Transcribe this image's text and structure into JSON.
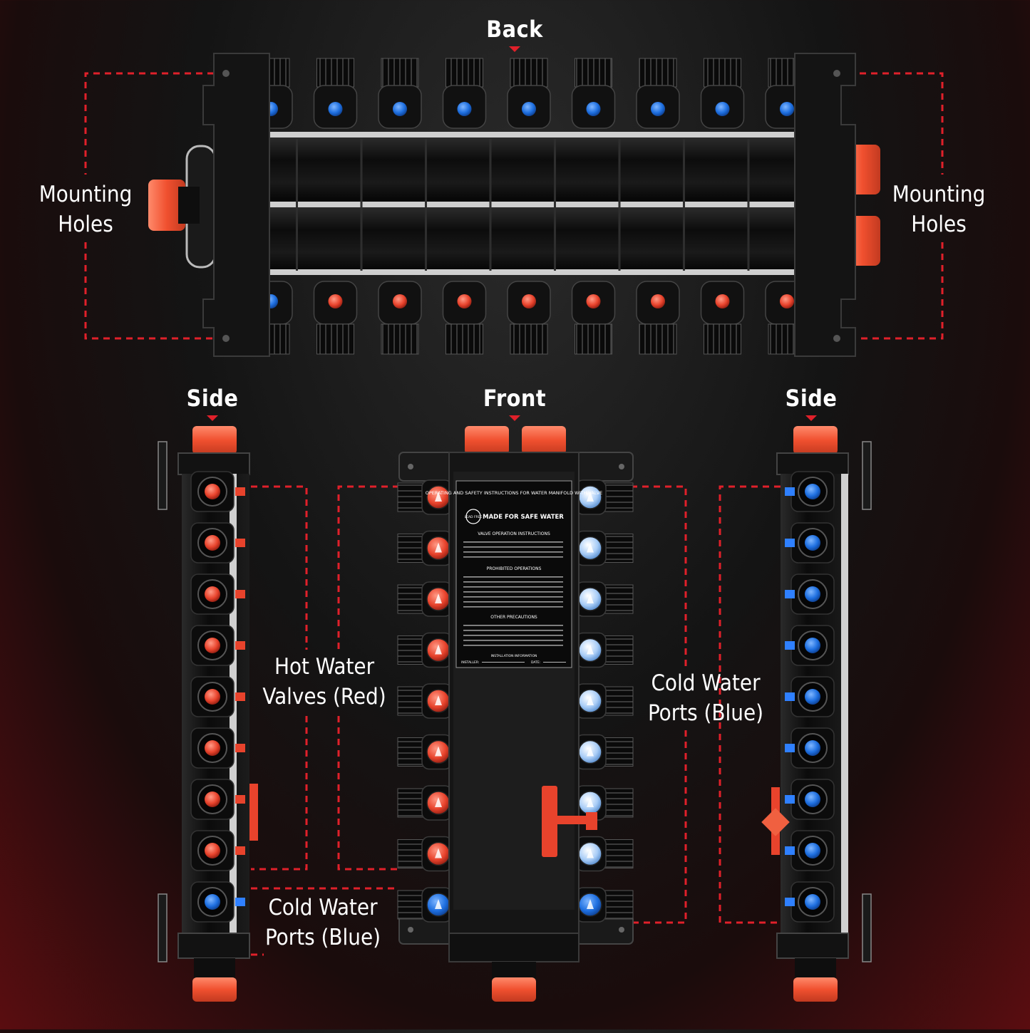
{
  "views": {
    "back": "Back",
    "front": "Front",
    "side_left": "Side",
    "side_right": "Side"
  },
  "callouts": {
    "mounting_left": [
      "Mounting",
      "Holes"
    ],
    "mounting_right": [
      "Mounting",
      "Holes"
    ],
    "hot_valves": [
      "Hot Water",
      "Valves (Red)"
    ],
    "cold_ports_right": [
      "Cold Water",
      "Ports (Blue)"
    ],
    "cold_ports_left": [
      "Cold Water",
      "Ports (Blue)"
    ]
  },
  "front_label": {
    "heading": "OPERATING AND SAFETY INSTRUCTIONS FOR WATER MANIFOLD WITH VALVE",
    "badge": "LEAD FREE",
    "safe": "MADE FOR SAFE WATER",
    "sec1": "VALVE OPERATION INSTRUCTIONS",
    "sec2": "PROHIBITED OPERATIONS",
    "sec3": "OTHER PRECAUTIONS",
    "sec4": "INSTALLATION INFORMATION",
    "installer": "INSTALLER:",
    "date": "DATE:"
  },
  "colors": {
    "hot": "#e8432c",
    "cold": "#1e6fe0",
    "fitting": "#f26a4b",
    "dash": "#e0202a",
    "body": "#111111"
  }
}
